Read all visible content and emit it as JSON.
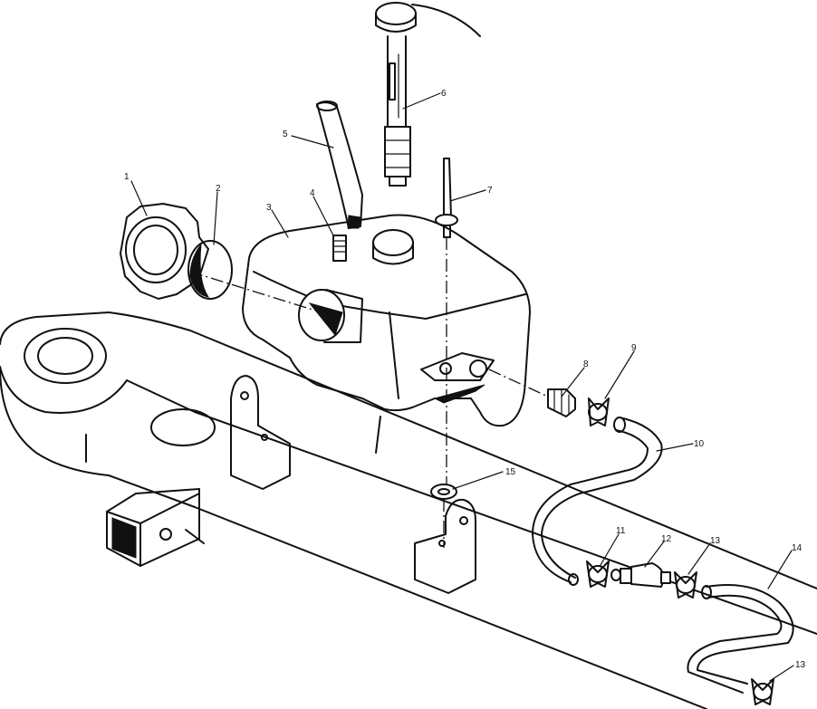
{
  "callouts": [
    {
      "id": "c1",
      "label": "1"
    },
    {
      "id": "c2",
      "label": "2"
    },
    {
      "id": "c3",
      "label": "3"
    },
    {
      "id": "c4",
      "label": "4"
    },
    {
      "id": "c5",
      "label": "5"
    },
    {
      "id": "c6",
      "label": "6"
    },
    {
      "id": "c7",
      "label": "7"
    },
    {
      "id": "c8",
      "label": "8"
    },
    {
      "id": "c9",
      "label": "9"
    },
    {
      "id": "c10",
      "label": "10"
    },
    {
      "id": "c11",
      "label": "11"
    },
    {
      "id": "c12",
      "label": "12"
    },
    {
      "id": "c13a",
      "label": "13"
    },
    {
      "id": "c13b",
      "label": "13"
    },
    {
      "id": "c14",
      "label": "14"
    },
    {
      "id": "c15",
      "label": "15"
    }
  ]
}
